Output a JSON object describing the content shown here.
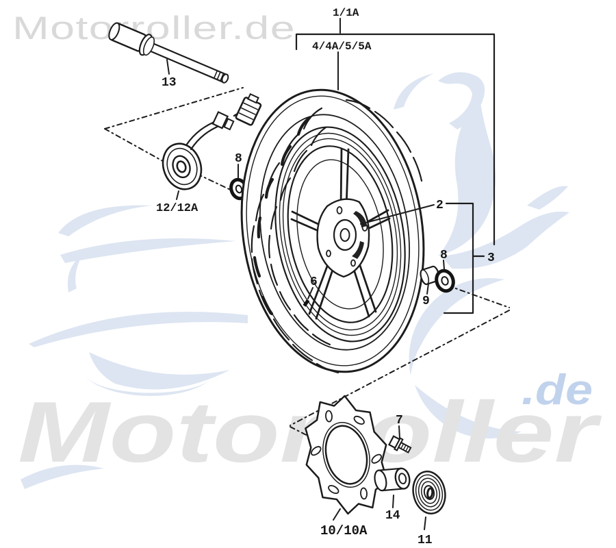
{
  "watermark": {
    "top_text": "Motorroller.de",
    "bottom_text": "Motorroller",
    "bottom_suffix": ".de",
    "gray_color": "#d9d9d9",
    "big_gray_color": "#e3e3e3",
    "blue_text_color": "#c0d2ec",
    "decor_blue_color": "#dde5f2"
  },
  "diagram": {
    "line_color": "#1c1c1c",
    "labels": {
      "group_1": "1/1A",
      "group_4": "4/4A/5/5A",
      "axle": "13",
      "speedo_drive": "12/12A",
      "bearing_left": "8",
      "bearing_right": "8",
      "spacer": "9",
      "hub": "2",
      "axle_group": "3",
      "valve": "6",
      "bolt": "7",
      "brake_disc": "10/10A",
      "bushing": "14",
      "seal": "11"
    }
  }
}
